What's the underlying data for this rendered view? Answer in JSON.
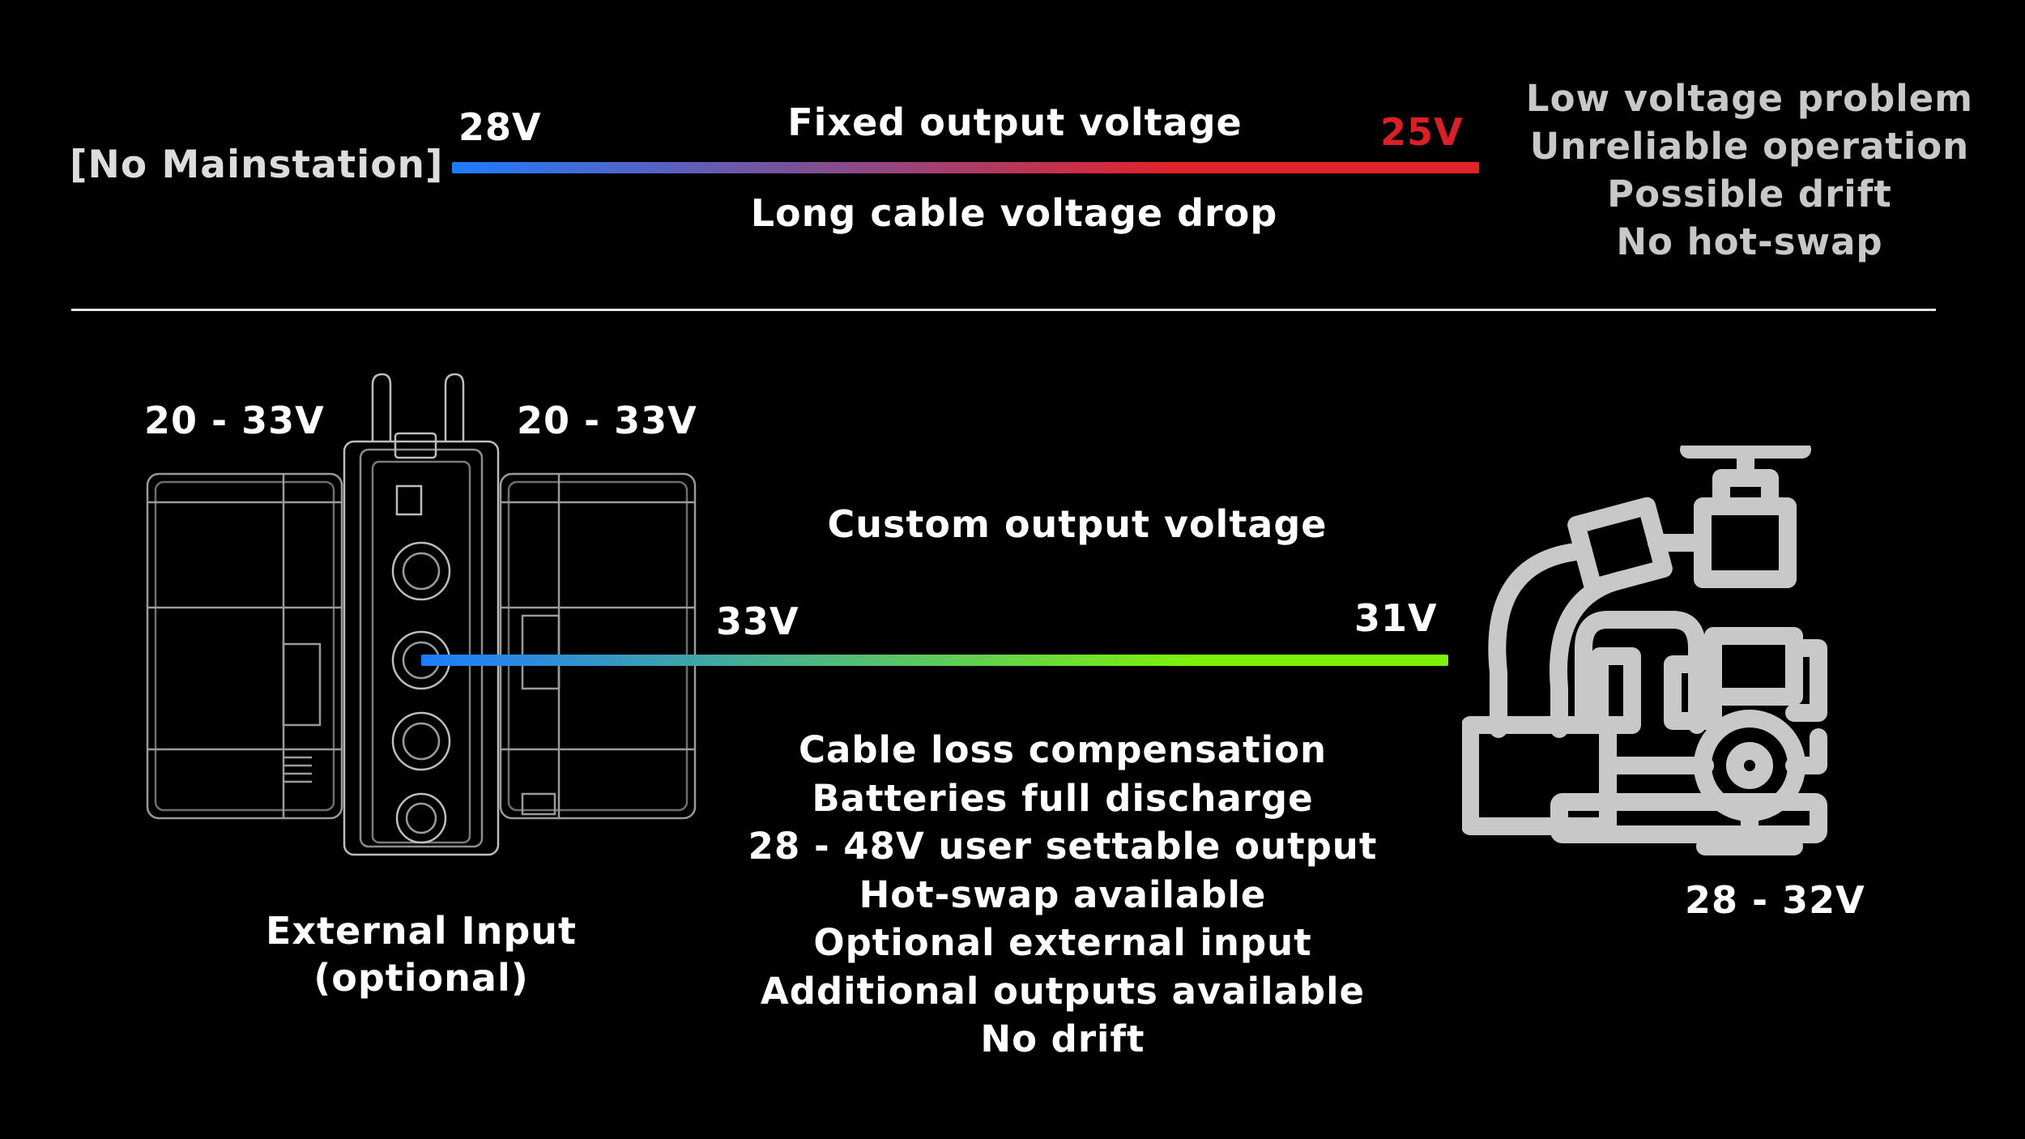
{
  "top": {
    "left_label": "[No Mainstation]",
    "start_voltage": "28V",
    "end_voltage": "25V",
    "title": "Fixed output voltage",
    "subtitle": "Long cable voltage drop",
    "gradient_start_color": "#1e7bff",
    "gradient_end_color": "#e3232a",
    "problems": [
      "Low voltage problem",
      "Unreliable operation",
      "Possible drift",
      "No hot-swap"
    ]
  },
  "bottom": {
    "input_left": "20 - 33V",
    "input_right": "20 - 33V",
    "title": "Custom output voltage",
    "start_voltage": "33V",
    "end_voltage": "31V",
    "gradient_start_color": "#1e7bff",
    "gradient_end_color": "#7cf20a",
    "external_input": [
      "External Input",
      "(optional)"
    ],
    "features": [
      "Cable loss compensation",
      "Batteries full discharge",
      "28 - 48V user settable output",
      "Hot-swap available",
      "Optional external input",
      "Additional outputs available",
      "No drift"
    ],
    "load_voltage": "28 - 32V"
  },
  "icons": {
    "device": "battery-mainstation-icon",
    "load": "camera-crane-icon"
  }
}
